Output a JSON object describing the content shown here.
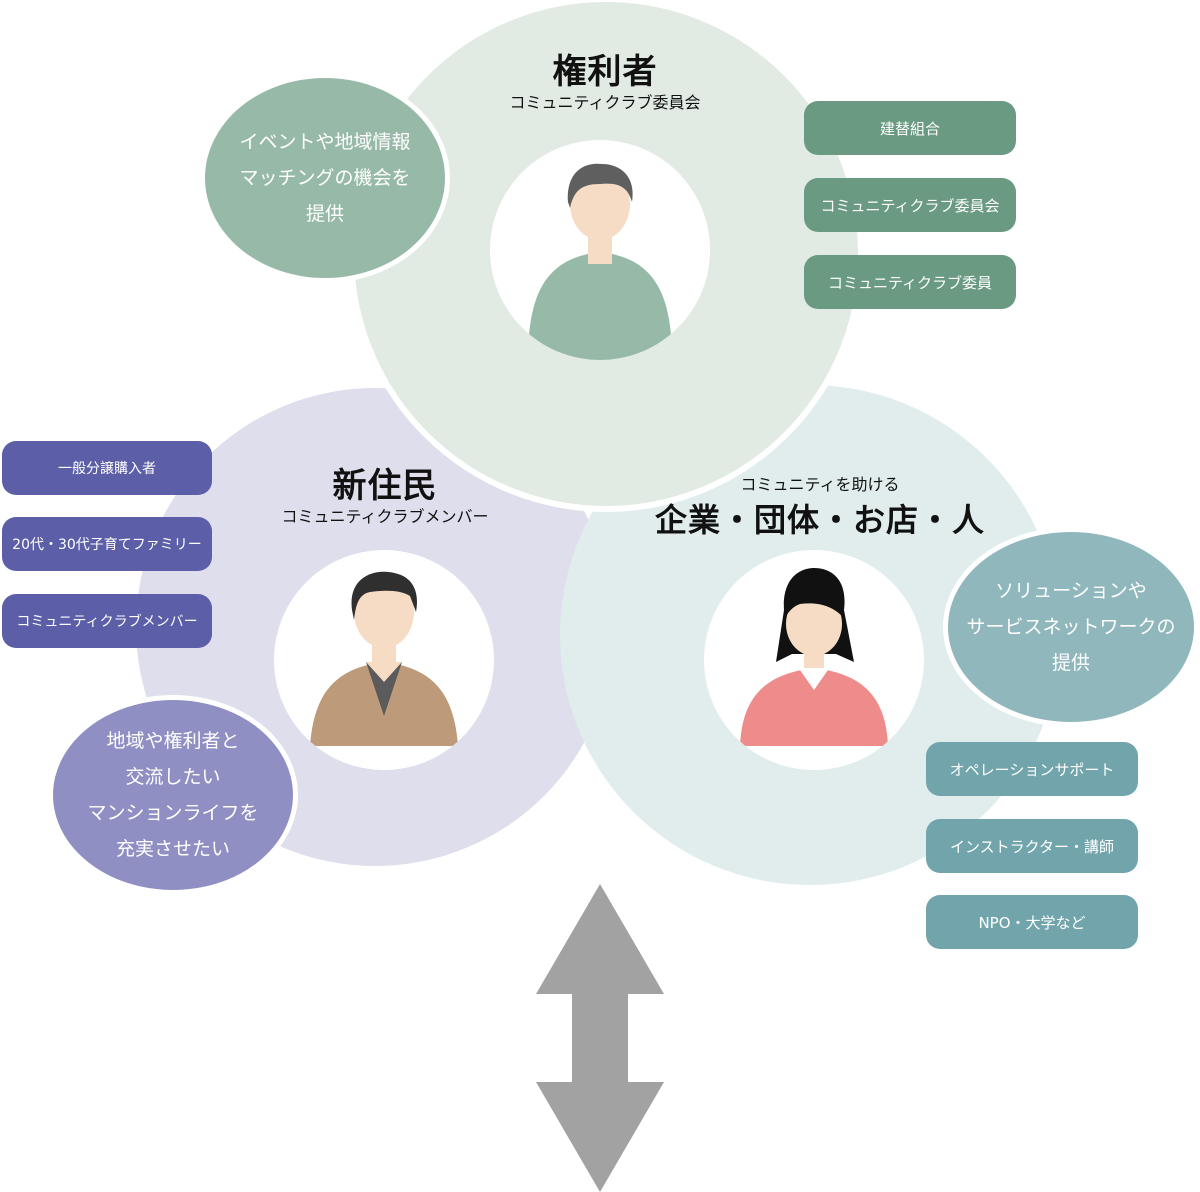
{
  "owners": {
    "title": "権利者",
    "subtitle": "コミュニティクラブ委員会",
    "bubble_lines": [
      "イベントや地域情報",
      "マッチングの機会を",
      "提供"
    ],
    "pills": [
      "建替組合",
      "コミュニティクラブ委員会",
      "コミュニティクラブ委員"
    ]
  },
  "residents": {
    "title": "新住民",
    "subtitle": "コミュニティクラブメンバー",
    "bubble_lines": [
      "地域や権利者と",
      "交流したい",
      "マンションライフを",
      "充実させたい"
    ],
    "pills": [
      "一般分譲購入者",
      "20代・30代子育てファミリー",
      "コミュニティクラブメンバー"
    ]
  },
  "partners": {
    "lead": "コミュニティを助ける",
    "title": "企業・団体・お店・人",
    "bubble_lines": [
      "ソリューションや",
      "サービスネットワークの",
      "提供"
    ],
    "pills": [
      "オペレーションサポート",
      "インストラクター・講師",
      "NPO・大学など"
    ]
  },
  "icons": {
    "owner_avatar": "man-green-shirt-icon",
    "resident_avatar": "man-suit-icon",
    "partner_avatar": "woman-pink-shirt-icon",
    "arrow": "double-arrow-vertical-icon"
  },
  "colors": {
    "owners_circle": "#e1ebe4",
    "residents_circle": "#dedeec",
    "partners_circle": "#e1eded",
    "owners_bubble": "#97b9a8",
    "residents_bubble": "#8f8fc4",
    "partners_bubble": "#8fb7bc",
    "owners_pill": "#6a9a81",
    "residents_pill": "#5c5ea8",
    "partners_pill": "#72a5ab",
    "arrow": "#a1a2a1"
  }
}
